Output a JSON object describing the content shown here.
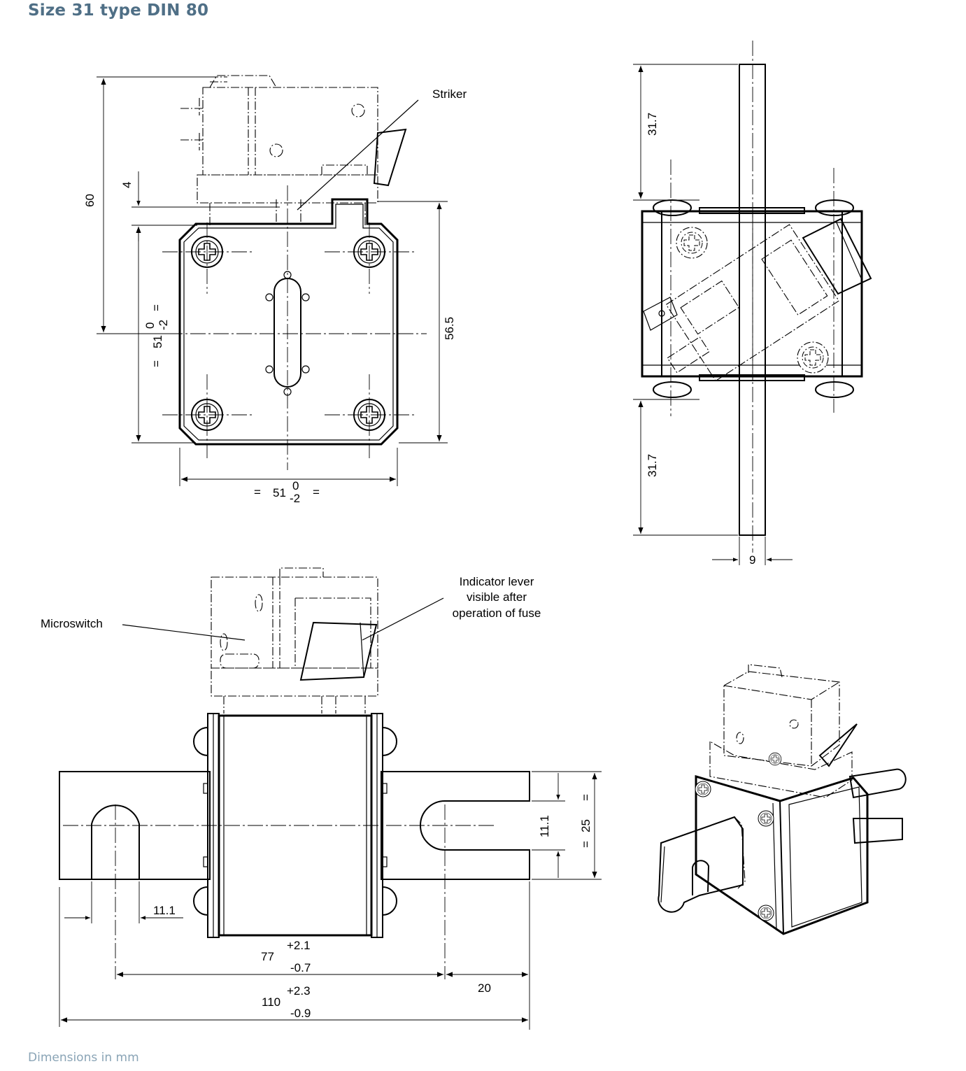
{
  "title": "Size 31 type DIN 80",
  "footer": "Dimensions in mm",
  "labels": {
    "striker": "Striker",
    "indicator_line1": "Indicator lever",
    "indicator_line2": "visible after",
    "indicator_line3": "operation of fuse",
    "microswitch": "Microswitch"
  },
  "dimensions": {
    "d60": "60",
    "d4": "4",
    "d56_5": "56.5",
    "d51_base": "51",
    "tol_upper_0": "0",
    "tol_lower_m2": "-2",
    "eq": "=",
    "d31_7_top": "31.7",
    "d31_7_bottom": "31.7",
    "d9": "9",
    "d11_1_vertical": "11.1",
    "d25": "25",
    "d11_1_horizontal": "11.1",
    "d77": "77",
    "d77_plus": "+2.1",
    "d77_minus": "-0.7",
    "d110": "110",
    "d110_plus": "+2.3",
    "d110_minus": "-0.9",
    "d20": "20"
  }
}
